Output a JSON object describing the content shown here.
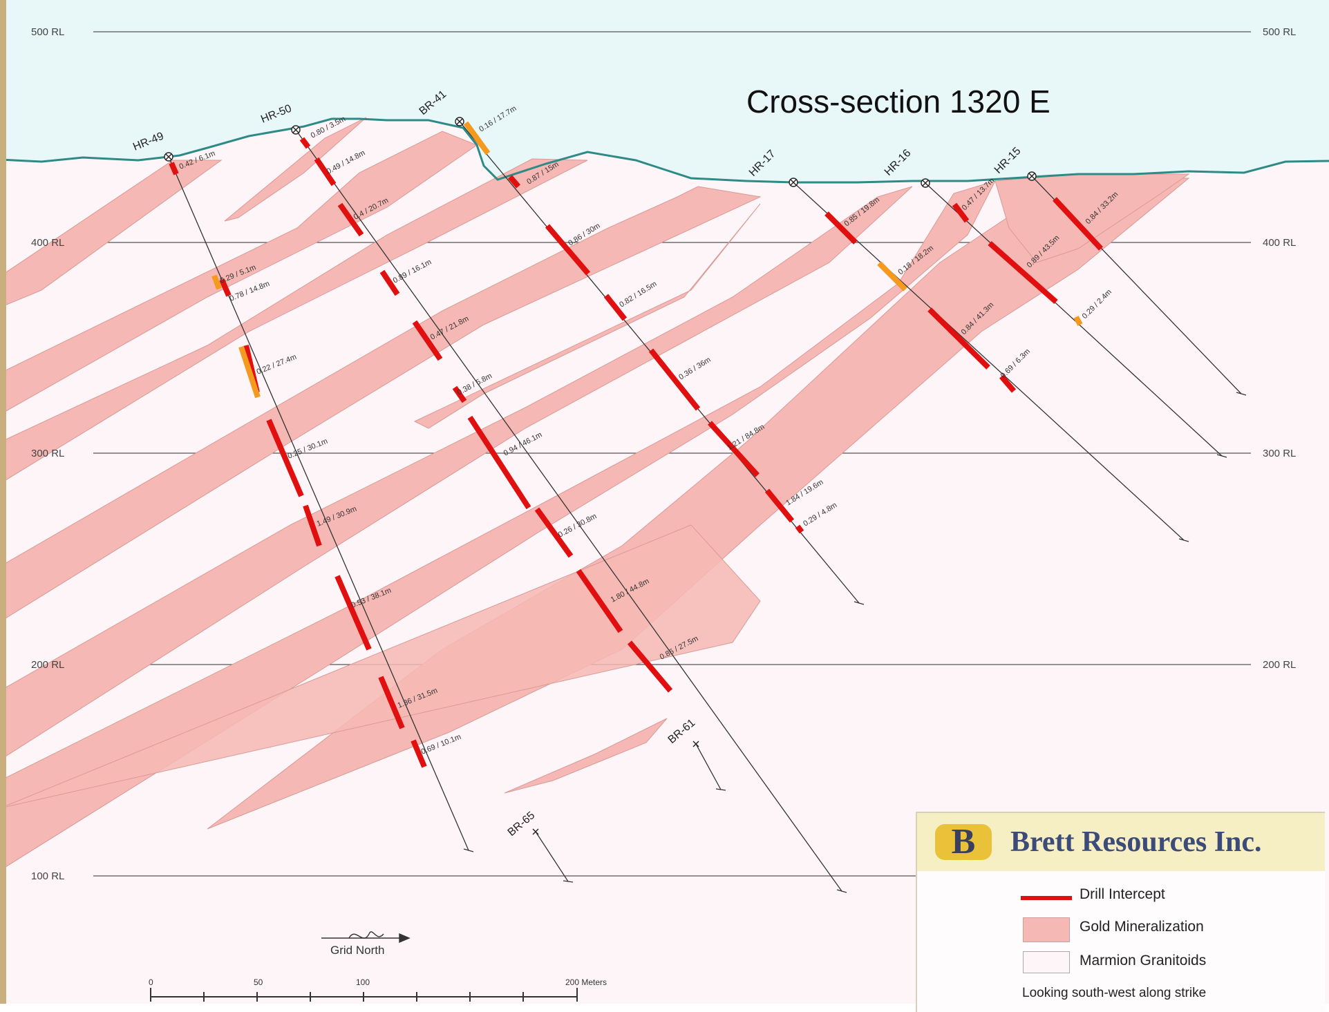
{
  "title": "Cross-section 1320 E",
  "levels": [
    {
      "left": "500 RL",
      "right": "500 RL"
    },
    {
      "left": "400 RL",
      "right": "400 RL"
    },
    {
      "left": "300 RL",
      "right": "300 RL"
    },
    {
      "left": "200 RL",
      "right": "200 RL"
    },
    {
      "left": "100 RL",
      "right": ""
    }
  ],
  "holes": [
    "HR-49",
    "HR-50",
    "BR-41",
    "HR-17",
    "HR-16",
    "HR-15",
    "BR-61",
    "BR-65"
  ],
  "intercepts": {
    "hr49": [
      "0.42 / 6.1m",
      "0.29 / 5.1m",
      "0.78 / 14.8m",
      "0.22 / 27.4m",
      "0.25 / 30.1m",
      "1.49 / 30.9m",
      "0.53 / 38.1m",
      "1.36 / 31.5m",
      "0.69 / 10.1m"
    ],
    "hr50": [
      "0.80 / 3.5m",
      "0.49 / 14.8m",
      "0.4 / 20.7m",
      "0.89 / 16.1m",
      "0.47 / 21.8m",
      "0.38 / 5.8m",
      "0.94 / 46.1m",
      "0.26 / 30.8m",
      "1.80 / 44.8m",
      "0.86 / 27.5m"
    ],
    "br41": [
      "0.16 / 17.7m",
      "0.87 / 15m",
      "0.86 / 30m",
      "0.82 / 16.5m",
      "0.36 / 36m",
      "1.21 / 84.8m",
      "1.84 / 19.6m",
      "0.29 / 4.8m"
    ],
    "hr17": [
      "0.85 / 19.8m",
      "0.18 / 18.2m",
      "0.84 / 41.3m",
      "0.69 / 6.3m"
    ],
    "hr16": [
      "0.47 / 13.7m",
      "0.89 / 43.5m",
      "0.29 / 2.4m"
    ],
    "hr15": [
      "0.84 / 33.2m"
    ]
  },
  "scale_bar": {
    "ticks": [
      "0",
      "50",
      "100",
      "200 Meters"
    ]
  },
  "north_arrow": {
    "label": "Grid North"
  },
  "legend": {
    "logo_letter": "B",
    "company": "Brett Resources Inc.",
    "items": [
      "Drill Intercept",
      "Gold Mineralization",
      "Marmion Granitoids"
    ],
    "note": "Looking south-west along strike"
  },
  "colors": {
    "sky": "#e8f7f8",
    "topo": "#2e8a86",
    "mineralization": "#f6b8b4",
    "granitoid": "#fdf5f8",
    "intercept": "#e01010",
    "low_grade": "#f59a1e"
  }
}
